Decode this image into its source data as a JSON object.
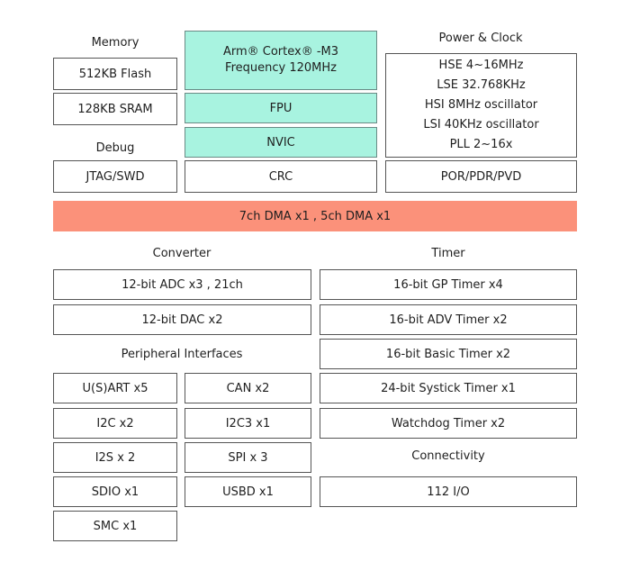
{
  "headings": {
    "memory": "Memory",
    "debug": "Debug",
    "power_clock": "Power & Clock",
    "converter": "Converter",
    "timer": "Timer",
    "peripheral": "Peripheral Interfaces",
    "connectivity": "Connectivity"
  },
  "memory": {
    "flash": "512KB Flash",
    "sram": "128KB SRAM"
  },
  "debug": {
    "jtag": "JTAG/SWD"
  },
  "core": {
    "line1": "Arm® Cortex® -M3",
    "line2": "Frequency 120MHz",
    "fpu": "FPU",
    "nvic": "NVIC",
    "crc": "CRC"
  },
  "power": {
    "lines": [
      "HSE 4~16MHz",
      "LSE 32.768KHz",
      "HSI 8MHz oscillator",
      "LSI 40KHz oscillator",
      "PLL 2~16x"
    ],
    "por": "POR/PDR/PVD"
  },
  "dma": "7ch DMA  x1 , 5ch DMA x1",
  "converter": {
    "adc": "12-bit ADC x3 , 21ch",
    "dac": "12-bit DAC x2"
  },
  "timer": {
    "gp": "16-bit GP Timer x4",
    "adv": "16-bit  ADV Timer x2",
    "basic": "16-bit Basic Timer x2",
    "systick": "24-bit  Systick Timer x1",
    "watchdog": "Watchdog Timer x2"
  },
  "peripheral": {
    "usart": "U(S)ART x5",
    "can": "CAN x2",
    "i2c": "I2C x2",
    "i2c3": "I2C3 x1",
    "i2s": "I2S x 2",
    "spi": "SPI x 3",
    "sdio": "SDIO x1",
    "usbd": "USBD x1",
    "smc": "SMC x1"
  },
  "connectivity": {
    "io": "112 I/O"
  },
  "colors": {
    "core_fill": "#a8f3e0",
    "dma_fill": "#fb917a",
    "border": "#555555"
  }
}
